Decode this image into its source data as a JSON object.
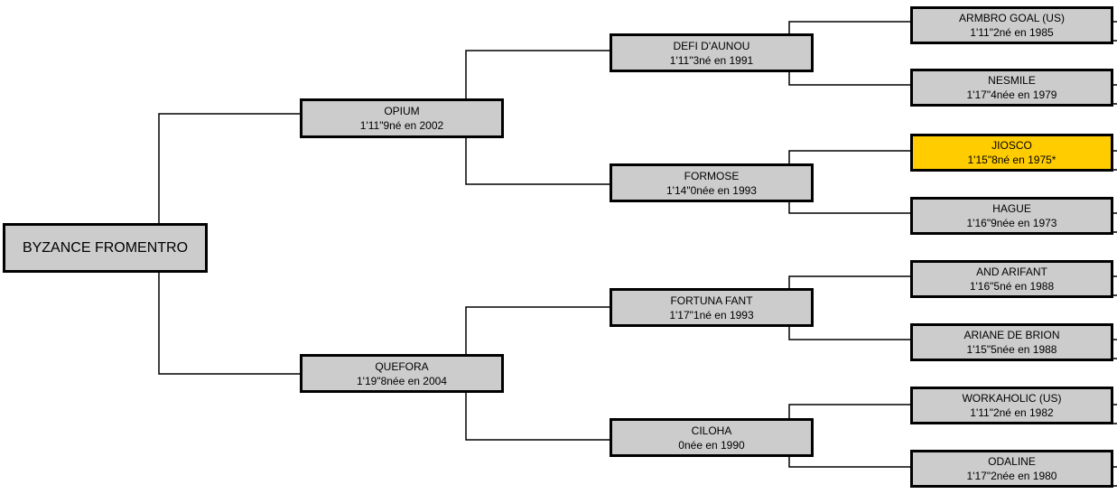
{
  "highlight_color": "#ffcc00",
  "box_color": "#cccccc",
  "root": {
    "name": "BYZANCE FROMENTRO"
  },
  "parents": [
    {
      "name": "OPIUM",
      "info": "1'11\"9né en 2002"
    },
    {
      "name": "QUEFORA",
      "info": "1'19\"8née en 2004"
    }
  ],
  "grandparents": [
    {
      "name": "DEFI D'AUNOU",
      "info": "1'11\"3né en 1991"
    },
    {
      "name": "FORMOSE",
      "info": "1'14\"0née en 1993"
    },
    {
      "name": "FORTUNA FANT",
      "info": "1'17\"1né en 1993"
    },
    {
      "name": "CILOHA",
      "info": "0née en 1990"
    }
  ],
  "great_grandparents": [
    {
      "name": "ARMBRO GOAL (US)",
      "info": "1'11\"2né en 1985"
    },
    {
      "name": "NESMILE",
      "info": "1'17\"4née en 1979"
    },
    {
      "name": "JIOSCO",
      "info": "1'15\"8né en 1975*",
      "highlighted": true
    },
    {
      "name": "HAGUE",
      "info": "1'16\"9née en 1973"
    },
    {
      "name": "AND ARIFANT",
      "info": "1'16\"5né en 1988"
    },
    {
      "name": "ARIANE DE BRION",
      "info": "1'15\"5née en 1988"
    },
    {
      "name": "WORKAHOLIC (US)",
      "info": "1'11\"2né en 1982"
    },
    {
      "name": "ODALINE",
      "info": "1'17\"2née en 1980"
    }
  ]
}
